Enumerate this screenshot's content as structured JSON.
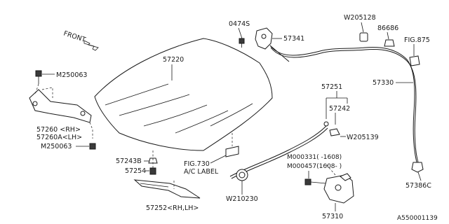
{
  "labels": {
    "front": "FRONT",
    "p57220": "57220",
    "p0474s": "0474S",
    "p57341": "57341",
    "w205128": "W205128",
    "p86686": "86686",
    "fig875": "FIG.875",
    "m250063_top": "M250063",
    "p57330": "57330",
    "p57251": "57251",
    "p57242": "57242",
    "w205139": "W205139",
    "p57260rh": "57260 <RH>",
    "p57260alh": "57260A<LH>",
    "m250063_bottom": "M250063",
    "p57243b": "57243B",
    "p57254": "57254",
    "fig730": "FIG.730",
    "ac_label": "A/C LABEL",
    "m000331": "M000331( -1608)",
    "m000457": "M000457(1608- )",
    "w210230": "W210230",
    "p57386c": "57386C",
    "p57252": "57252<RH,LH>",
    "p57310": "57310",
    "diagram_id": "A550001139"
  }
}
